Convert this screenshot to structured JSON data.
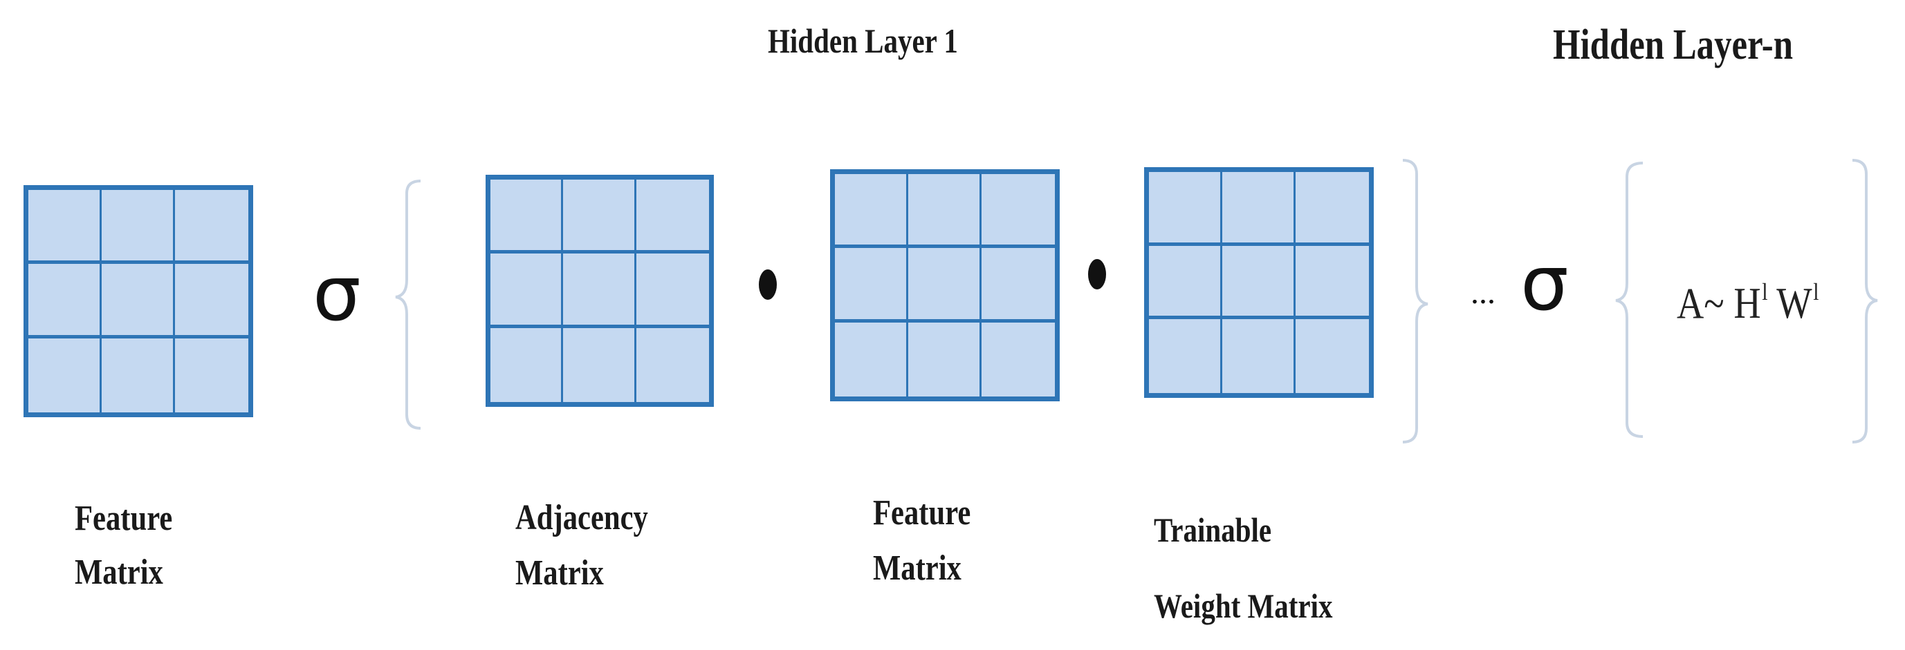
{
  "layer_titles": {
    "hidden_layer_1": "Hidden Layer 1",
    "hidden_layer_n": "Hidden Layer-n"
  },
  "symbols": {
    "sigma": "σ",
    "ellipsis": "...",
    "formula": {
      "a_tilde": "A~",
      "h": "H",
      "h_sup": "l",
      "w": "W",
      "w_sup": "l"
    }
  },
  "labels": {
    "input_feature_matrix": {
      "line1": "Feature",
      "line2": "Matrix"
    },
    "adjacency_matrix": {
      "line1": "Adjacency",
      "line2": "Matrix"
    },
    "feature_matrix": {
      "line1": "Feature",
      "line2": "Matrix"
    },
    "trainable_weight_matrix": {
      "line1": "Trainable",
      "line2": "Weight Matrix"
    }
  },
  "colors": {
    "matrix_fill": "#c5d9f1",
    "matrix_border": "#2e75b6",
    "bracket": "#c8d4e3",
    "text": "#1a1a1a"
  }
}
